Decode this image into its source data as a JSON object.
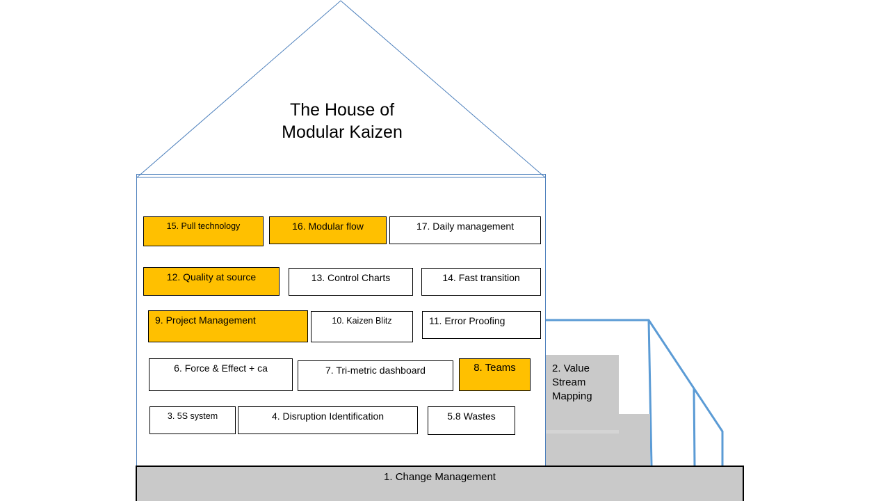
{
  "title": "The House of\nModular Kaizen",
  "colors": {
    "highlight": "#ffc000",
    "outline": "#4a7ebb",
    "foundation": "#c9c9c9"
  },
  "modules": {
    "m15": "15. Pull technology",
    "m16": "16. Modular flow",
    "m17": "17. Daily management",
    "m12": "12. Quality at source",
    "m13": "13. Control Charts",
    "m14": "14. Fast transition",
    "m9": "9. Project Management",
    "m10": "10. Kaizen Blitz",
    "m11": "11. Error Proofing",
    "m6": "6. Force & Effect + ca",
    "m7": "7. Tri-metric dashboard",
    "m8": "8. Teams",
    "m3": "3. 5S system",
    "m4": "4. Disruption Identification",
    "m5": "5.8 Wastes"
  },
  "value_stream": "2. Value\nStream\nMapping",
  "foundation": "1. Change Management"
}
